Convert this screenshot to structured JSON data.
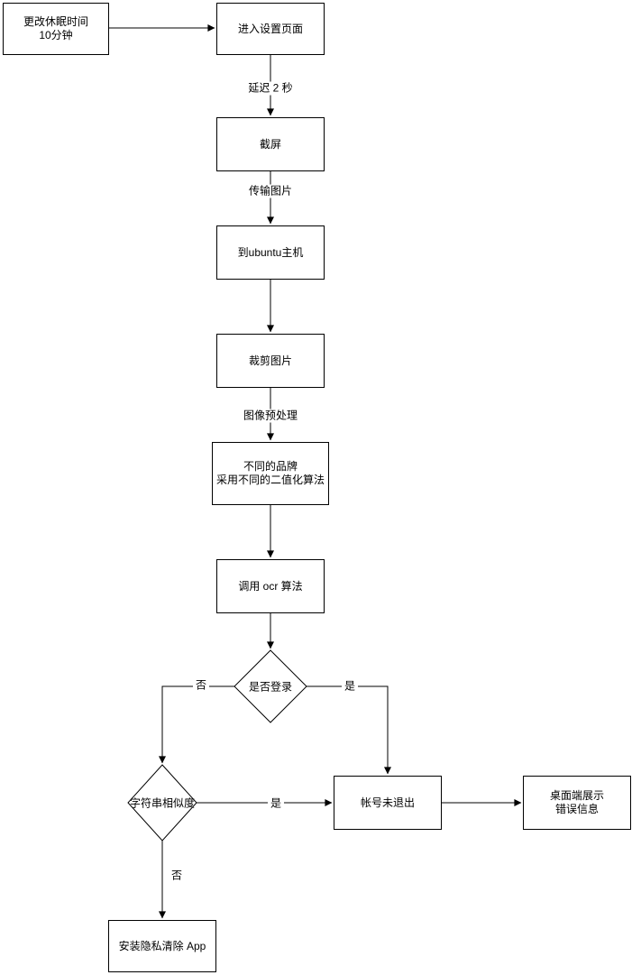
{
  "diagram": {
    "type": "flowchart",
    "background": "#ffffff",
    "stroke_color": "#000000",
    "text_color": "#000000"
  },
  "nodes": {
    "change_sleep": "更改休眠时间\n10分钟",
    "enter_settings": "进入设置页面",
    "screenshot": "截屏",
    "ubuntu_host": "到ubuntu主机",
    "crop_image": "裁剪图片",
    "binarization": "不同的品牌\n采用不同的二值化算法",
    "ocr": "调用 ocr 算法",
    "login_check": "是否登录",
    "similarity_check": "字符串相似度",
    "account_active": "帐号未退出",
    "error_display": "桌面端展示\n错误信息",
    "install_app": "安装隐私清除 App"
  },
  "edge_labels": {
    "delay": "延迟 2 秒",
    "transfer": "传输图片",
    "preprocess": "图像预处理",
    "login_no": "否",
    "login_yes": "是",
    "similarity_yes": "是",
    "similarity_no": "否"
  }
}
